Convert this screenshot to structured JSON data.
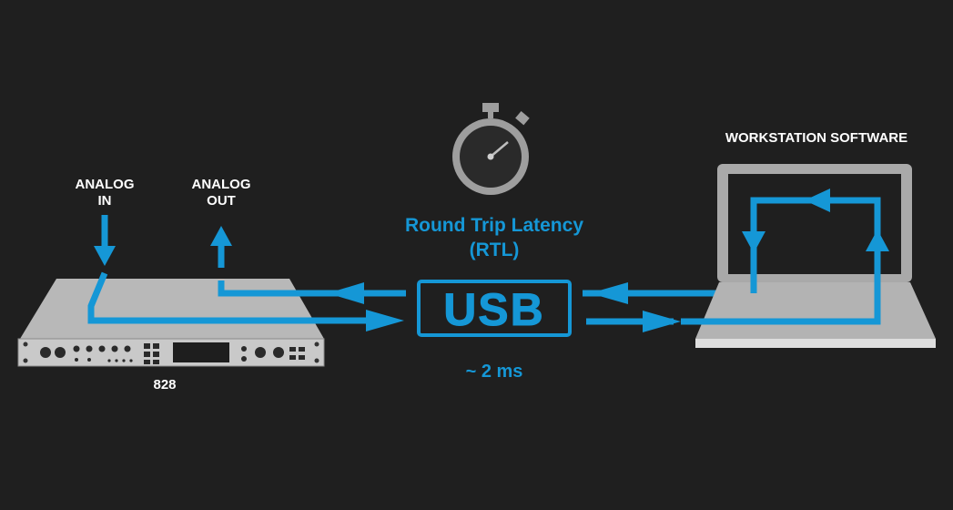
{
  "labels": {
    "analog_in_line1": "ANALOG",
    "analog_in_line2": "IN",
    "analog_out_line1": "ANALOG",
    "analog_out_line2": "OUT",
    "device_name": "828",
    "workstation": "WORKSTATION SOFTWARE",
    "rtl_line1": "Round Trip Latency",
    "rtl_line2": "(RTL)",
    "usb": "USB",
    "latency_value": "~ 2 ms"
  },
  "colors": {
    "background": "#1f1f1f",
    "signal_blue": "#1597d6",
    "device_gray": "#b5b5b5",
    "text_white": "#ffffff"
  },
  "icons": [
    "stopwatch-icon",
    "audio-interface-icon",
    "laptop-icon",
    "usb-badge-icon"
  ]
}
